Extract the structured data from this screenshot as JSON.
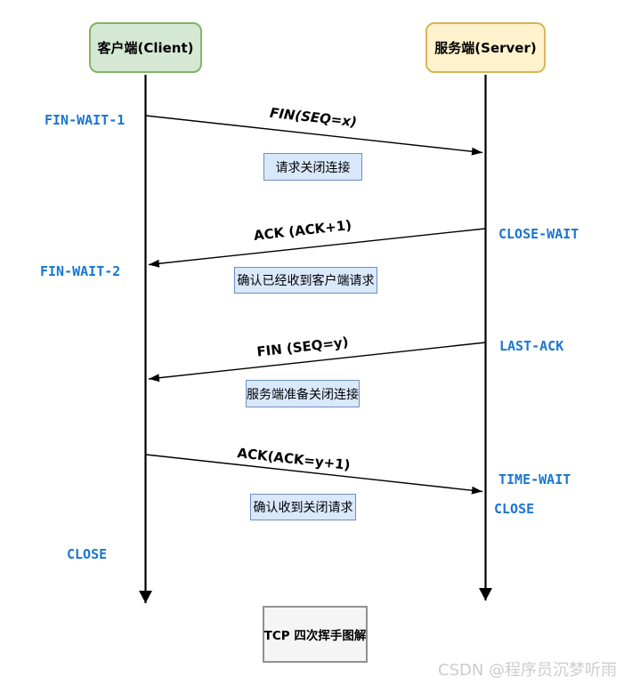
{
  "diagram": {
    "bottom_title": "TCP 四次挥手图解",
    "watermark": "CSDN @程序员沉梦听雨",
    "actors": {
      "client": "客户端(Client)",
      "server": "服务端(Server)"
    },
    "client_states": {
      "fin_wait_1": "FIN-WAIT-1",
      "fin_wait_2": "FIN-WAIT-2",
      "close": "CLOSE"
    },
    "server_states": {
      "close_wait": "CLOSE-WAIT",
      "last_ack": "LAST-ACK",
      "time_wait": "TIME-WAIT",
      "close": "CLOSE"
    },
    "messages": [
      {
        "label": "FIN(SEQ=x)",
        "note": "请求关闭连接",
        "from": "client",
        "to": "server"
      },
      {
        "label": "ACK (ACK+1)",
        "note": "确认已经收到客户端请求",
        "from": "server",
        "to": "client"
      },
      {
        "label": "FIN (SEQ=y)",
        "note": "服务端准备关闭连接",
        "from": "server",
        "to": "client"
      },
      {
        "label": "ACK(ACK=y+1)",
        "note": "确认收到关闭请求",
        "from": "client",
        "to": "server"
      }
    ],
    "colors": {
      "client_box_fill": "#d5e8d4",
      "client_box_border": "#82b366",
      "server_box_fill": "#fff2cc",
      "server_box_border": "#d6b656",
      "note_fill": "#dae8fc",
      "note_border": "#6c8ebf",
      "state_text": "#1976d2",
      "line_color": "#000000",
      "watermark_text": "#cccccc"
    }
  }
}
